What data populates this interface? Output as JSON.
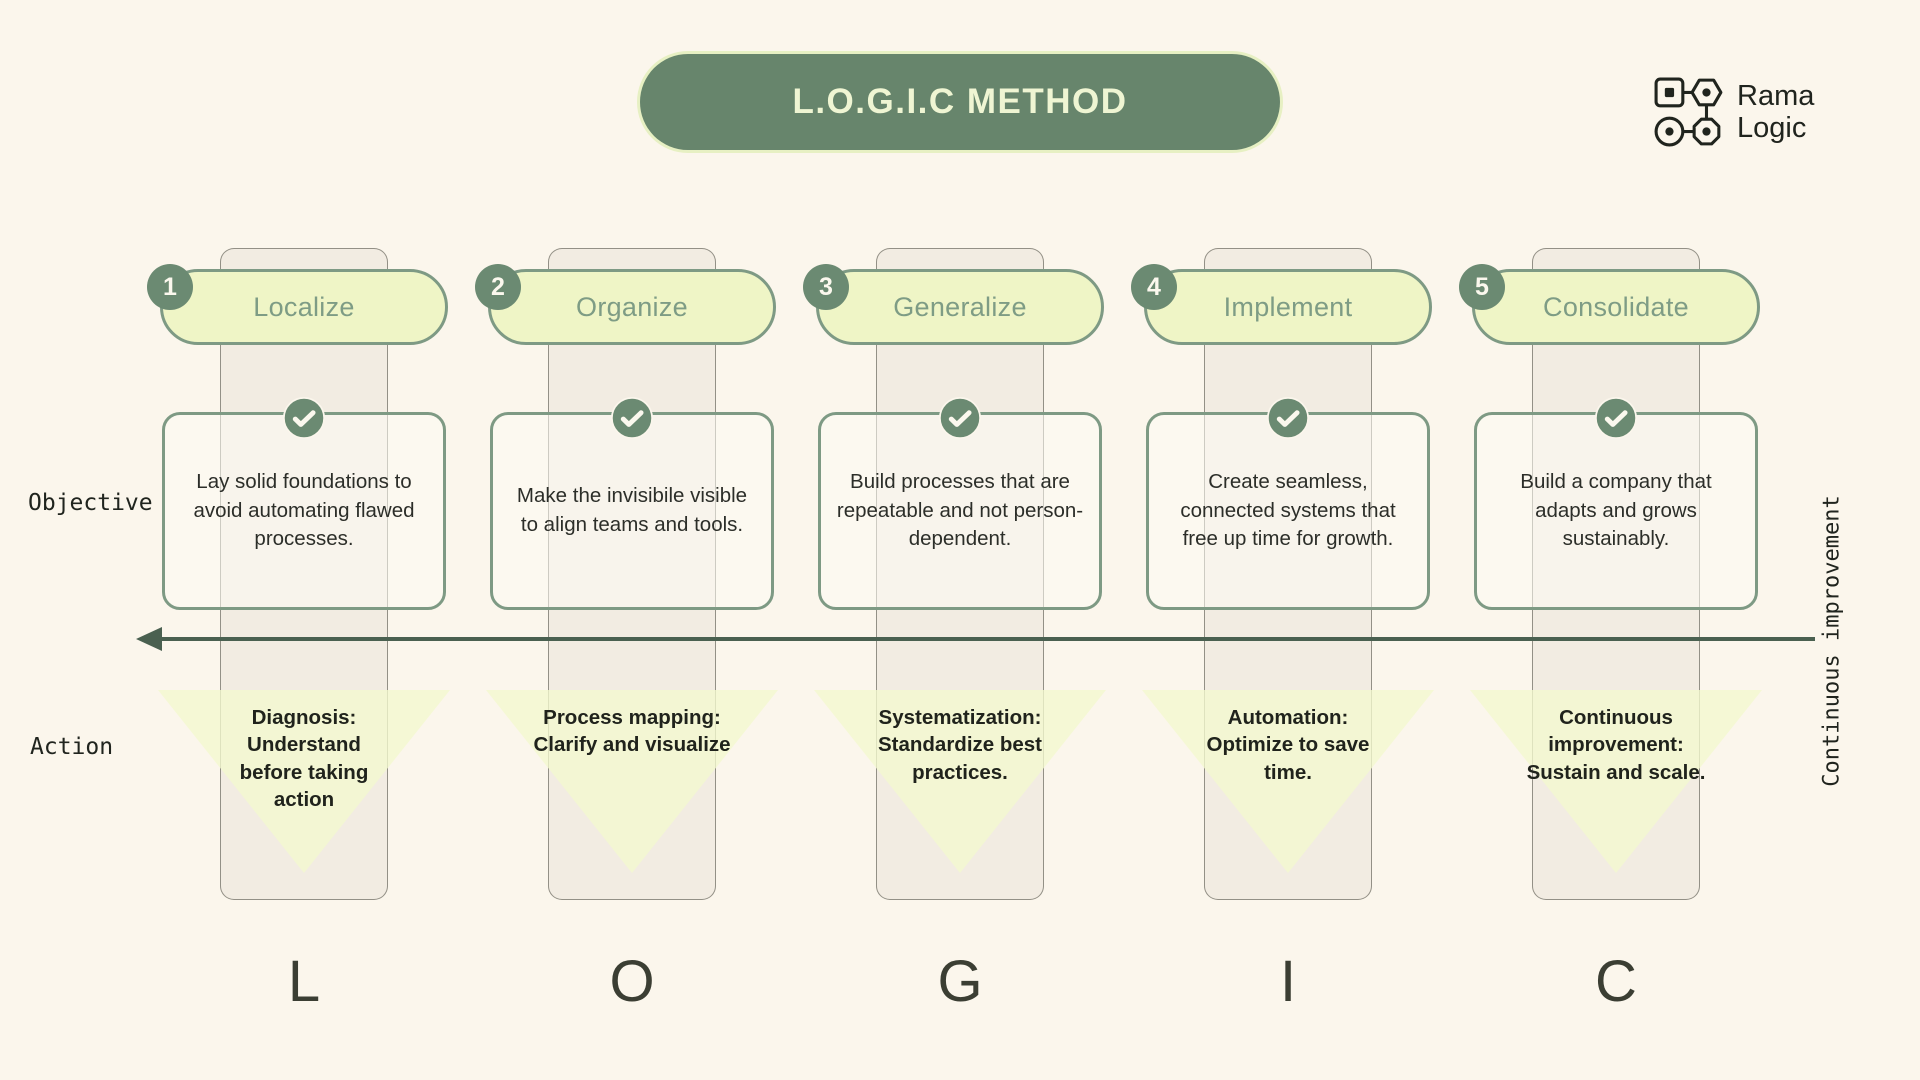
{
  "title": "L.O.G.I.C METHOD",
  "logo": {
    "line1": "Rama",
    "line2": "Logic",
    "icon": "network-nodes-icon"
  },
  "row_labels": {
    "objective": "Objective",
    "action": "Action"
  },
  "right_axis_label": "Continuous improvement",
  "steps": [
    {
      "number": "1",
      "name": "Localize",
      "objective": "Lay solid foundations to avoid automating flawed processes.",
      "action": "Diagnosis: Understand before taking action",
      "letter": "L"
    },
    {
      "number": "2",
      "name": "Organize",
      "objective": "Make the invisibile visible to align teams and tools.",
      "action": "Process mapping: Clarify and visualize",
      "letter": "O"
    },
    {
      "number": "3",
      "name": "Generalize",
      "objective": "Build processes that are repeatable and not person-dependent.",
      "action": "Systematization: Standardize best practices.",
      "letter": "G"
    },
    {
      "number": "4",
      "name": "Implement",
      "objective": "Create seamless, connected systems that free up time for growth.",
      "action": "Automation: Optimize to save time.",
      "letter": "I"
    },
    {
      "number": "5",
      "name": "Consolidate",
      "objective": "Build a company that adapts and grows sustainably.",
      "action": "Continuous improvement: Sustain and scale.",
      "letter": "C"
    }
  ],
  "colors": {
    "background": "#FBF6EC",
    "title_pill": "#67856C",
    "title_text": "#EFF5D3",
    "title_ring": "#E7F0C3",
    "step_pill_fill": "#EFF5C6",
    "step_pill_border": "#7E9A84",
    "step_pill_text": "#7E9C85",
    "badge_fill": "#6B8A72",
    "strip_fill": "#F2ECE2",
    "card_fill": "#FDFBF4",
    "card_border": "#7E9A84",
    "triangle_fill": "#F4F8CE",
    "arrow": "#4A6050",
    "body_text": "#2C2E29",
    "letter_text": "#3B3E33"
  }
}
